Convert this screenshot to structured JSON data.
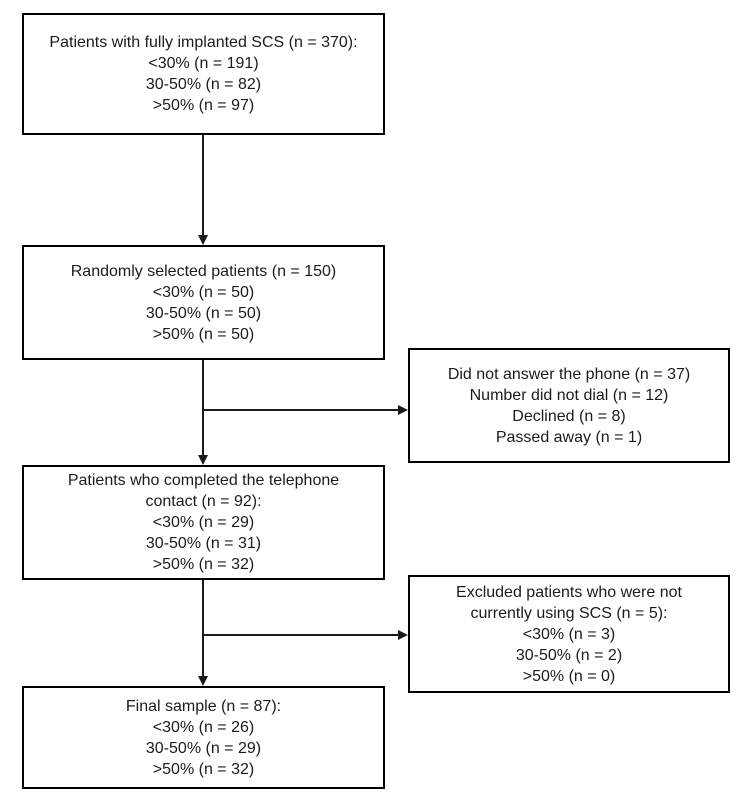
{
  "diagram": {
    "type": "flowchart",
    "colors": {
      "box_border": "#000000",
      "box_fill": "#ffffff",
      "text": "#1b1b1b",
      "line": "#1a1a1a"
    },
    "boxes": [
      {
        "id": "implanted-scs",
        "lines": [
          "Patients with fully implanted SCS (n = 370):",
          "<30% (n = 191)",
          "30-50% (n = 82)",
          ">50% (n = 97)"
        ]
      },
      {
        "id": "randomly-selected",
        "lines": [
          "Randomly selected patients (n = 150)",
          "<30% (n = 50)",
          "30-50% (n = 50)",
          ">50% (n = 50)"
        ]
      },
      {
        "id": "did-not-answer",
        "lines": [
          "Did not answer the phone (n = 37)",
          "Number did not dial (n = 12)",
          "Declined (n = 8)",
          "Passed away (n = 1)"
        ]
      },
      {
        "id": "completed-contact",
        "lines": [
          "Patients who completed the telephone",
          "contact (n = 92):",
          "<30% (n = 29)",
          "30-50% (n = 31)",
          ">50% (n = 32)"
        ]
      },
      {
        "id": "excluded-not-using-scs",
        "lines": [
          "Excluded patients who were not",
          "currently using SCS (n = 5):",
          "<30% (n = 3)",
          "30-50% (n = 2)",
          ">50% (n = 0)"
        ]
      },
      {
        "id": "final-sample",
        "lines": [
          "Final sample (n = 87):",
          "<30% (n = 26)",
          "30-50% (n = 29)",
          ">50% (n = 32)"
        ]
      }
    ],
    "connectors": [
      {
        "from": "implanted-scs",
        "to": "randomly-selected",
        "type": "arrow-down"
      },
      {
        "from": "randomly-selected",
        "to": "completed-contact",
        "type": "arrow-down"
      },
      {
        "from": "randomly-selected",
        "to": "did-not-answer",
        "type": "arrow-right"
      },
      {
        "from": "completed-contact",
        "to": "final-sample",
        "type": "arrow-down"
      },
      {
        "from": "completed-contact",
        "to": "excluded-not-using-scs",
        "type": "arrow-right"
      }
    ]
  }
}
